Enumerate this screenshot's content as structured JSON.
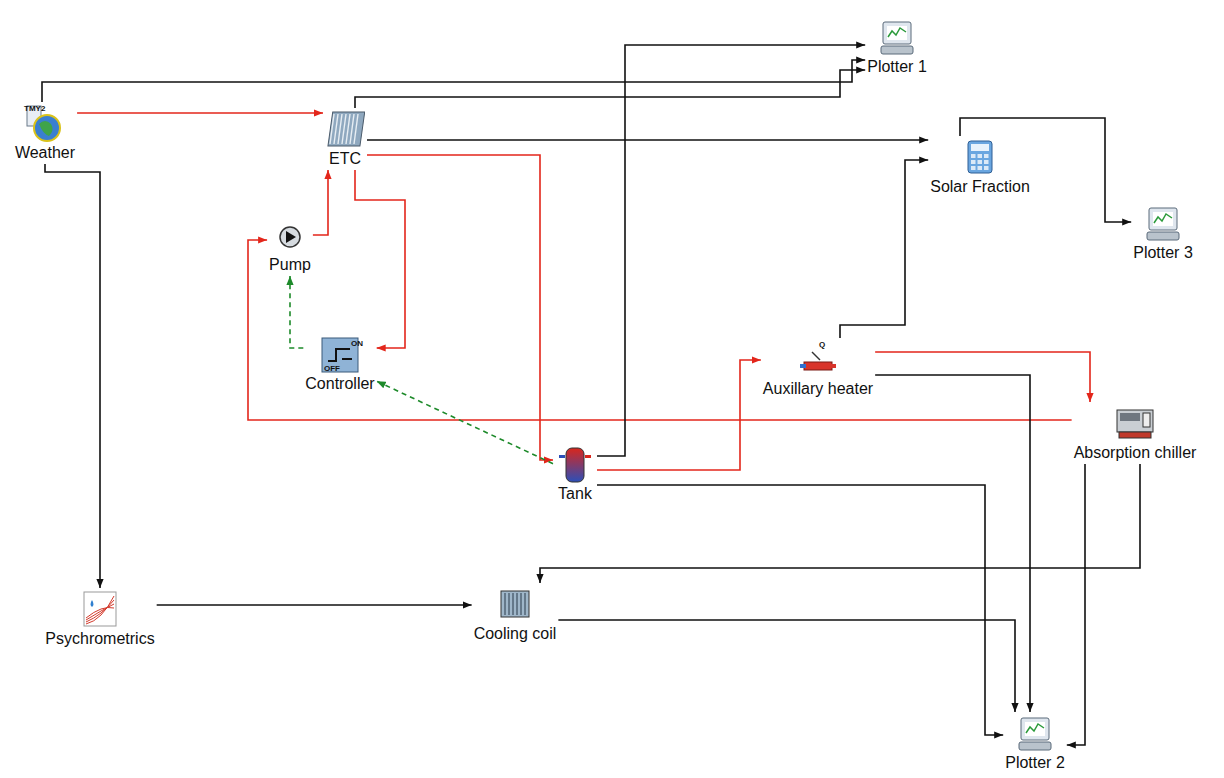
{
  "diagram": {
    "nodes": [
      {
        "text": [
          "Plotter 1"
        ]
      },
      {
        "text": [
          "Weather"
        ]
      },
      {
        "text": [
          "ETC"
        ]
      },
      {
        "text": [
          "Solar Fraction"
        ]
      },
      {
        "text": [
          "Plotter 3"
        ]
      },
      {
        "text": [
          "Pump"
        ]
      },
      {
        "text": [
          "Controller"
        ]
      },
      {
        "text": [
          "Auxillary heater"
        ]
      },
      {
        "text": [
          "Absorption chiller"
        ]
      },
      {
        "text": [
          "Tank"
        ]
      },
      {
        "text": [
          "Psychrometrics"
        ]
      },
      {
        "text": [
          "Cooling coil"
        ]
      },
      {
        "text": [
          "Plotter 2"
        ]
      }
    ],
    "edges": [
      {
        "from": 1,
        "to": 0,
        "arrow": "to"
      },
      {
        "from": 1,
        "to": 2,
        "arrow": "to"
      },
      {
        "from": 2,
        "to": 0,
        "arrow": "to"
      },
      {
        "from": 2,
        "to": 3,
        "arrow": "to"
      },
      {
        "from": 2,
        "to": 9,
        "arrow": "to"
      },
      {
        "from": 5,
        "to": 2,
        "arrow": "to"
      },
      {
        "from": 8,
        "to": 5,
        "arrow": "to"
      },
      {
        "from": 6,
        "to": 5,
        "arrow": "to"
      },
      {
        "from": 9,
        "to": 6,
        "arrow": "to"
      },
      {
        "from": 2,
        "to": 6,
        "arrow": "to"
      },
      {
        "from": 9,
        "to": 0,
        "arrow": "to"
      },
      {
        "from": 9,
        "to": 7,
        "arrow": "to"
      },
      {
        "from": 7,
        "to": 8,
        "arrow": "to"
      },
      {
        "from": 7,
        "to": 3,
        "arrow": "to"
      },
      {
        "from": 7,
        "to": 12,
        "arrow": "to"
      },
      {
        "from": 9,
        "to": 12,
        "arrow": "to"
      },
      {
        "from": 3,
        "to": 4,
        "arrow": "to"
      },
      {
        "from": 1,
        "to": 10,
        "arrow": "to"
      },
      {
        "from": 10,
        "to": 11,
        "arrow": "to"
      },
      {
        "from": 8,
        "to": 11,
        "arrow": "to"
      },
      {
        "from": 11,
        "to": 12,
        "arrow": "to"
      },
      {
        "from": 8,
        "to": 12,
        "arrow": "to"
      }
    ],
    "labels": [
      "TMY2",
      "ON",
      "OFF",
      "Q"
    ]
  }
}
